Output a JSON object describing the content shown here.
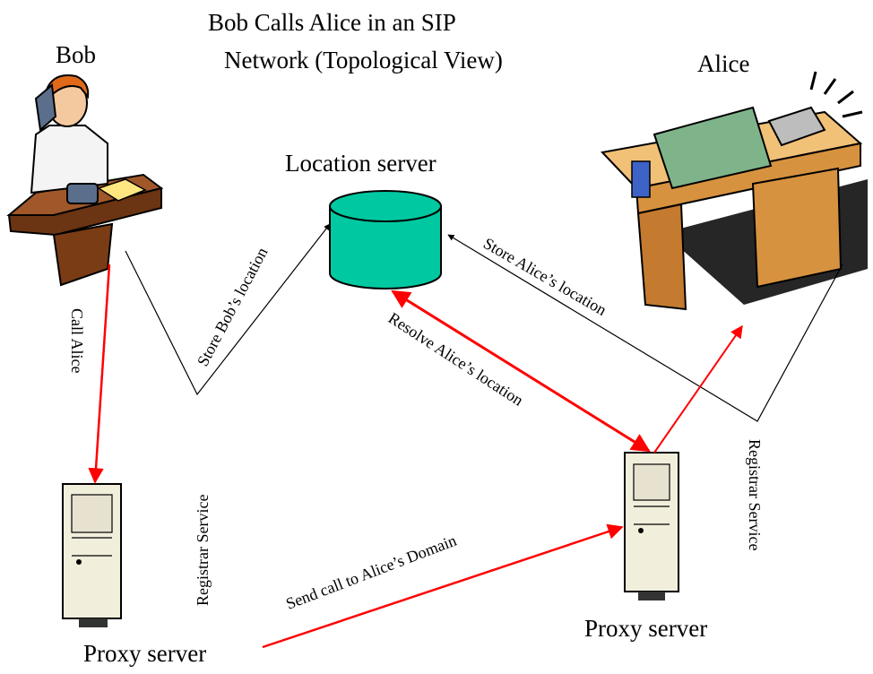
{
  "title": {
    "line1": "Bob Calls Alice in an SIP",
    "line2": "Network (Topological View)"
  },
  "nodes": {
    "bob": "Bob",
    "alice": "Alice",
    "location_server": "Location server",
    "proxy_left": "Proxy server",
    "proxy_right": "Proxy server"
  },
  "edges": {
    "call_alice": "Call Alice",
    "store_bob": "Store Bob’s location",
    "store_alice": "Store Alice’s location",
    "resolve_alice": "Resolve Alice’s location",
    "send_call": "Send call to Alice’s Domain",
    "registrar_left": "Registrar Service",
    "registrar_right": "Registrar Service"
  },
  "colors": {
    "signal_arrow": "#ff0000",
    "registration_arrow": "#000000",
    "database": "#00c8a0",
    "desk": "#8b4a1e",
    "server_body": "#f2eedc"
  }
}
